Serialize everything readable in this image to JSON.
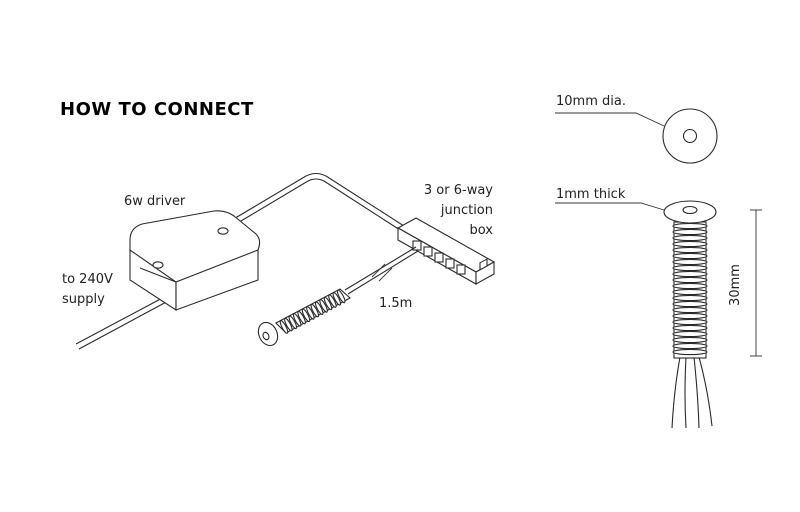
{
  "title": "HOW TO CONNECT",
  "labels": {
    "driver": "6w driver",
    "supply_line1": "to 240V",
    "supply_line2": "supply",
    "junction_line1": "3 or 6-way",
    "junction_line2": "junction",
    "junction_line3": "box",
    "cable_length": "1.5m",
    "diameter": "10mm dia.",
    "thickness": "1mm thick",
    "height": "30mm"
  }
}
